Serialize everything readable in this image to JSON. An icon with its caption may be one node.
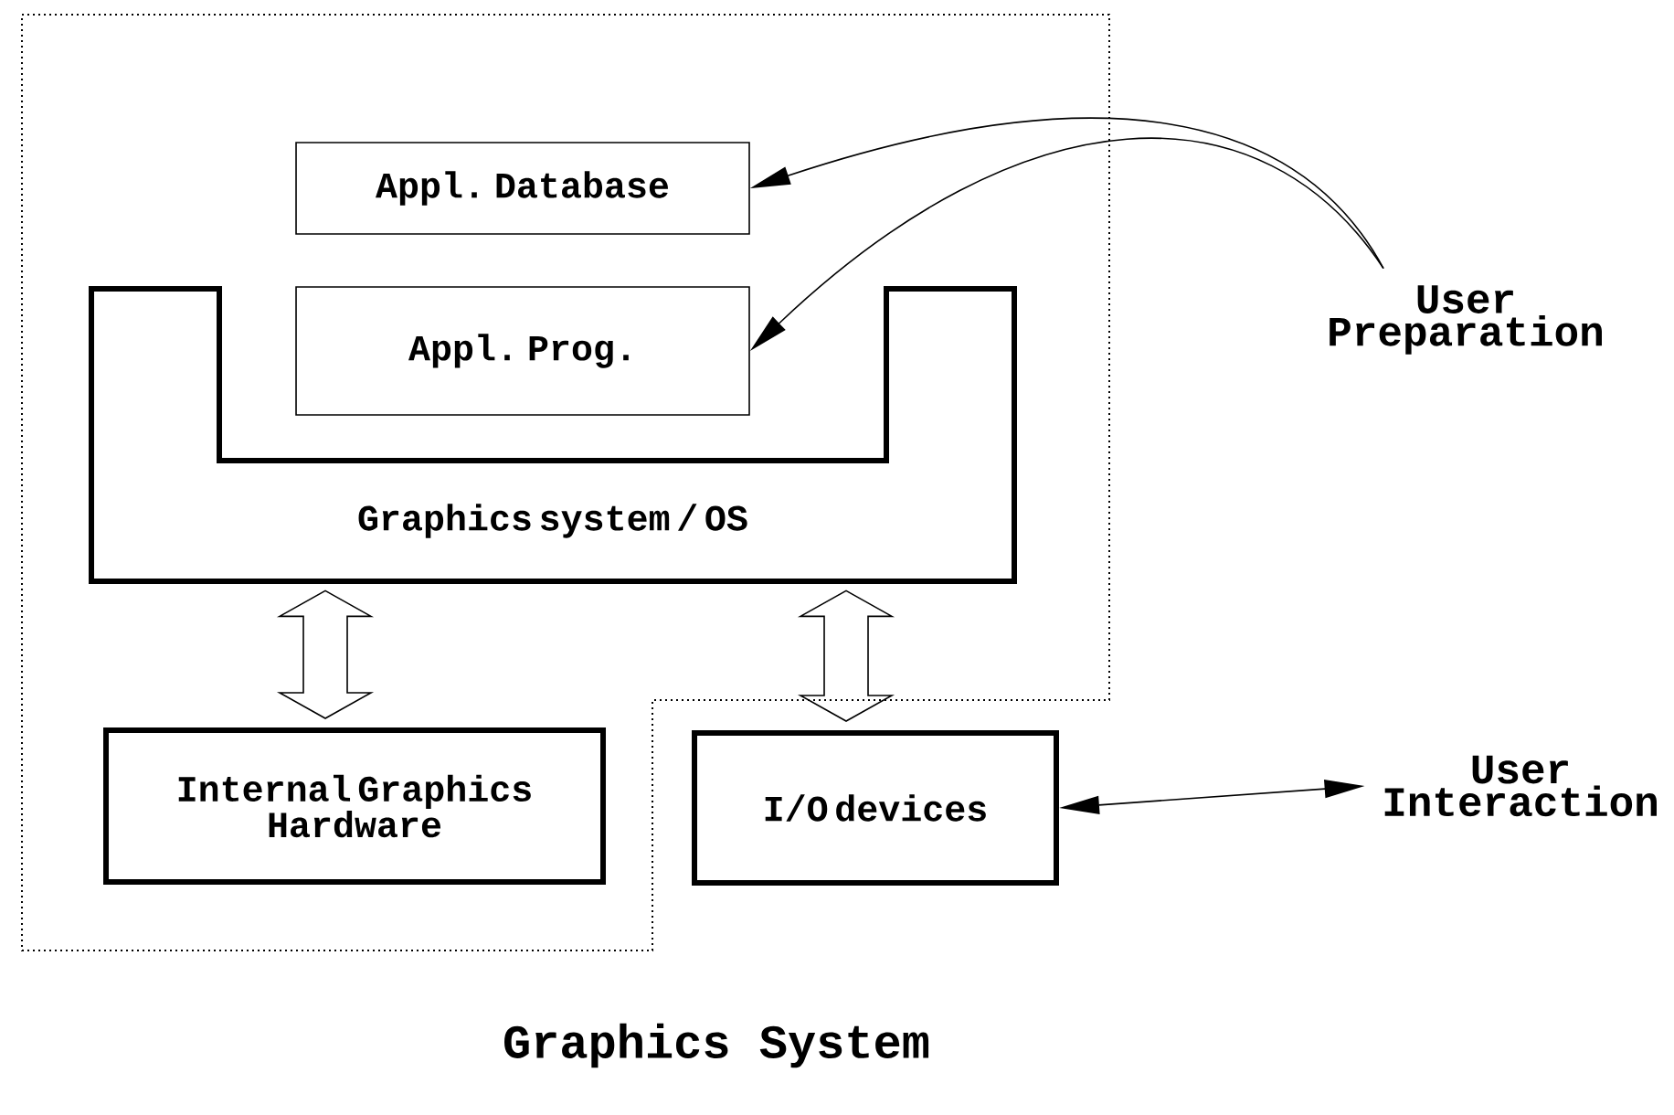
{
  "diagram": {
    "caption": "Graphics System",
    "nodes": [
      {
        "text": [
          "Appl. Database"
        ]
      },
      {
        "text": [
          "Appl. Prog."
        ]
      },
      {
        "text": [
          "User Preparation"
        ]
      },
      {
        "text": [
          "Graphics system / OS"
        ]
      },
      {
        "text": [
          "Internal Graphics Hardware"
        ]
      },
      {
        "text": [
          "I/O devices"
        ]
      },
      {
        "text": [
          "User Interaction"
        ]
      }
    ],
    "edges": [
      {
        "from": 2,
        "to": 0,
        "arrow": "to"
      },
      {
        "from": 2,
        "to": 1,
        "arrow": "to"
      },
      {
        "from": 3,
        "to": 4,
        "arrow": "both",
        "style": "thick"
      },
      {
        "from": 3,
        "to": 5,
        "arrow": "both",
        "style": "thick"
      },
      {
        "from": 5,
        "to": 6,
        "arrow": "both"
      }
    ]
  }
}
